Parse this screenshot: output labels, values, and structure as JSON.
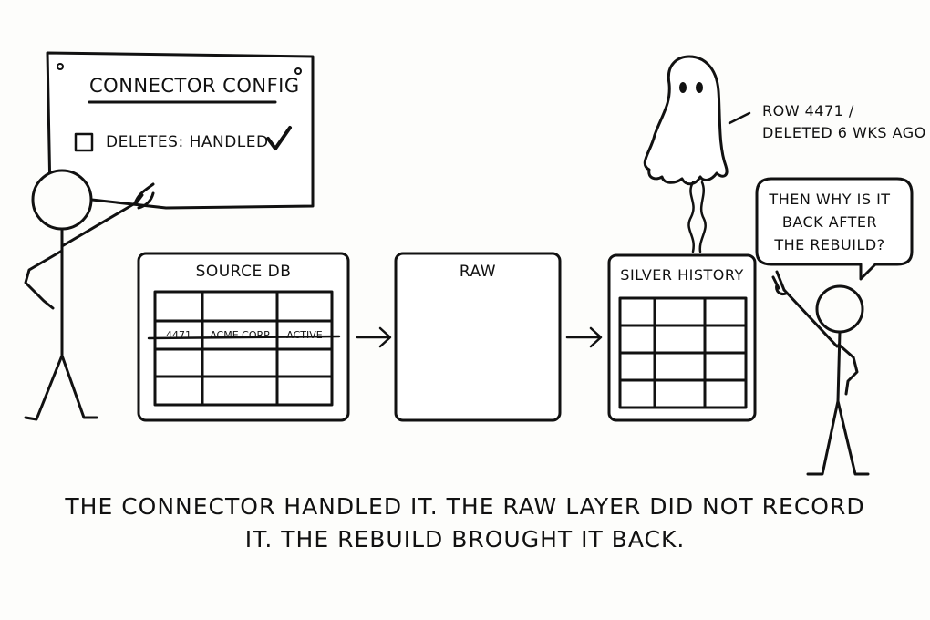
{
  "config_board": {
    "title": "CONNECTOR CONFIG",
    "checkbox_label": "DELETES: HANDLED"
  },
  "source_db": {
    "title": "SOURCE DB",
    "deleted_row": [
      "4471",
      "ACME CORP",
      "ACTIVE"
    ]
  },
  "raw": {
    "title": "RAW"
  },
  "silver_history": {
    "title": "SILVER HISTORY"
  },
  "ghost": {
    "line1": "ROW 4471 /",
    "line2": "DELETED 6 WKS AGO"
  },
  "speech_bubble": {
    "line1": "THEN WHY IS IT",
    "line2": "BACK AFTER",
    "line3": "THE REBUILD?"
  },
  "caption": {
    "line1": "THE CONNECTOR HANDLED IT. THE RAW LAYER DID NOT RECORD",
    "line2": "IT. THE REBUILD BROUGHT IT BACK."
  }
}
